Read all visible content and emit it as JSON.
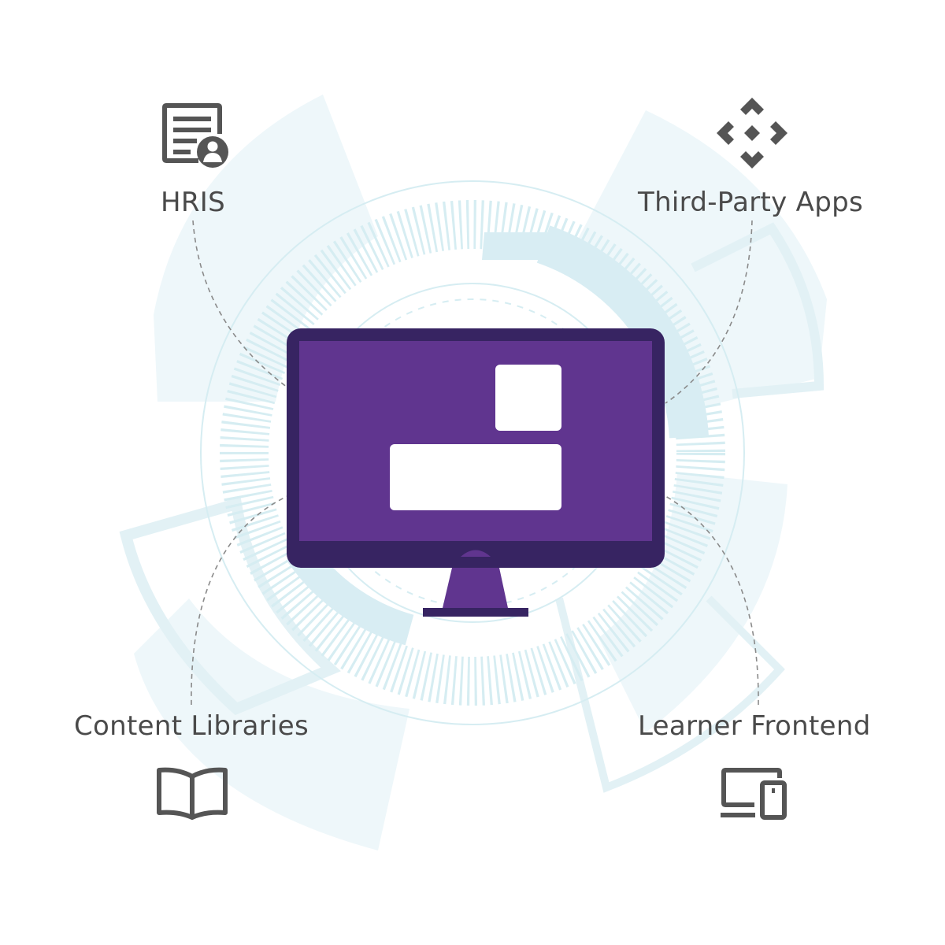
{
  "nodes": {
    "hris": {
      "label": "HRIS",
      "icon": "employee-record-icon"
    },
    "third_party_apps": {
      "label": "Third-Party Apps",
      "icon": "integration-arrows-icon"
    },
    "content_libraries": {
      "label": "Content Libraries",
      "icon": "open-book-icon"
    },
    "learner_frontend": {
      "label": "Learner Frontend",
      "icon": "multi-device-icon"
    }
  },
  "center": {
    "icon": "desktop-monitor-icon"
  },
  "colors": {
    "monitor_frame": "#372462",
    "monitor_screen": "#60358f",
    "panel": "#ffffff",
    "text": "#4a4a4a",
    "icon": "#555555",
    "ring_light": "#eef7fa",
    "ring_mid": "#d9eef3",
    "connector": "#8a8a8a"
  }
}
